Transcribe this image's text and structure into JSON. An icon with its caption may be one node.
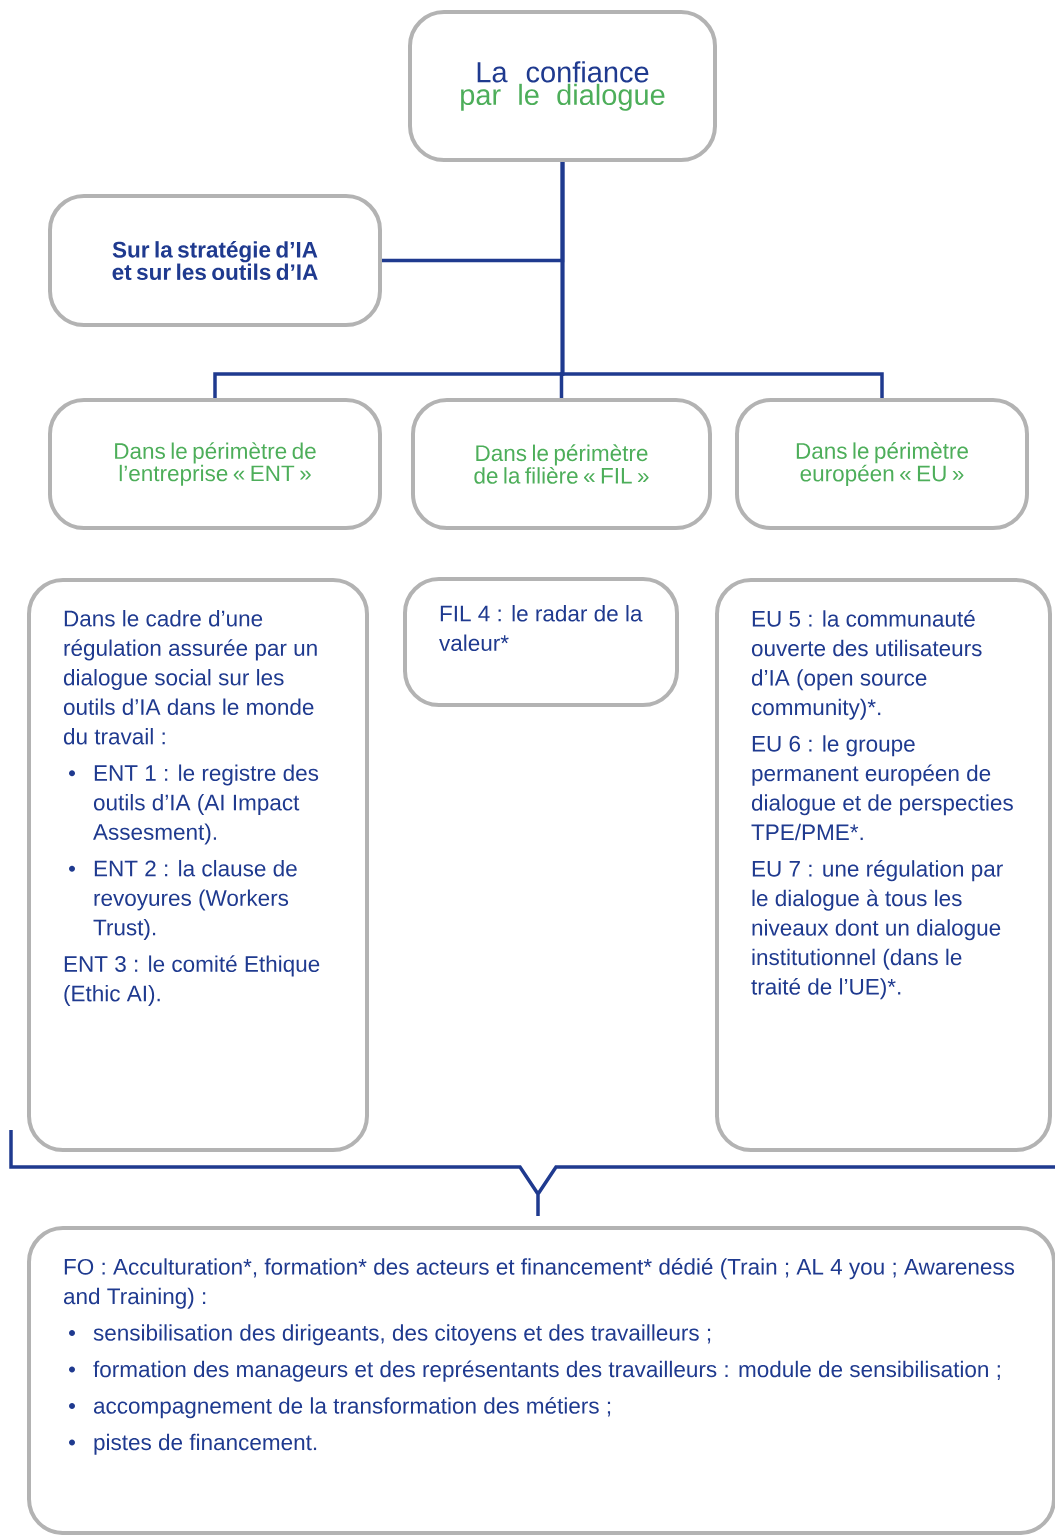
{
  "diagram": {
    "nodes": [
      {
        "text": [
          "La confiance",
          "par le dialogue"
        ]
      },
      {
        "text": [
          "Sur la stratégie d’IA et sur les outils d’IA"
        ]
      },
      {
        "text": [
          "Dans le périmètre de l’entreprise « ENT »"
        ]
      },
      {
        "text": [
          "Dans le périmètre de la filière « FIL »"
        ]
      },
      {
        "text": [
          "Dans le périmètre européen « EU »"
        ]
      },
      {
        "text": [
          "Dans le cadre d’une régulation assurée par un dialogue social sur les outils d’IA dans le monde du travail :",
          "ENT 1 : le registre des outils d’IA (AI Impact Assesment).",
          "ENT 2 : la clause de revoyures (Workers Trust).",
          "ENT 3 : le comité Ethique (Ethic AI)."
        ]
      },
      {
        "text": [
          "FIL 4 : le radar de la valeur*"
        ]
      },
      {
        "text": [
          "EU 5 : la communauté ouverte des utilisateurs d’IA (open source community)*.",
          "EU 6 : le groupe permanent européen de dialogue et de perspecties TPE/PME*.",
          "EU 7 : une régulation par le dialogue à tous les niveaux dont un dialogue institutionnel (dans le traité de l’UE)*."
        ]
      },
      {
        "text": [
          "FO : Acculturation*, formation* des acteurs et financement* dédié (Train ; AL 4 you ; Awareness and Training) :",
          "sensibilisation des dirigeants, des citoyens et des travailleurs ;",
          "formation des manageurs et des représentants des travailleurs : module de sensibilisation ;",
          "accompagnement de la transformation des métiers ;",
          "pistes de financement."
        ]
      }
    ],
    "edges": [
      {
        "from": 0,
        "to": 1,
        "arrow": "none"
      },
      {
        "from": 0,
        "to": 2,
        "arrow": "none"
      },
      {
        "from": 0,
        "to": 3,
        "arrow": "none"
      },
      {
        "from": 0,
        "to": 4,
        "arrow": "none"
      }
    ]
  }
}
